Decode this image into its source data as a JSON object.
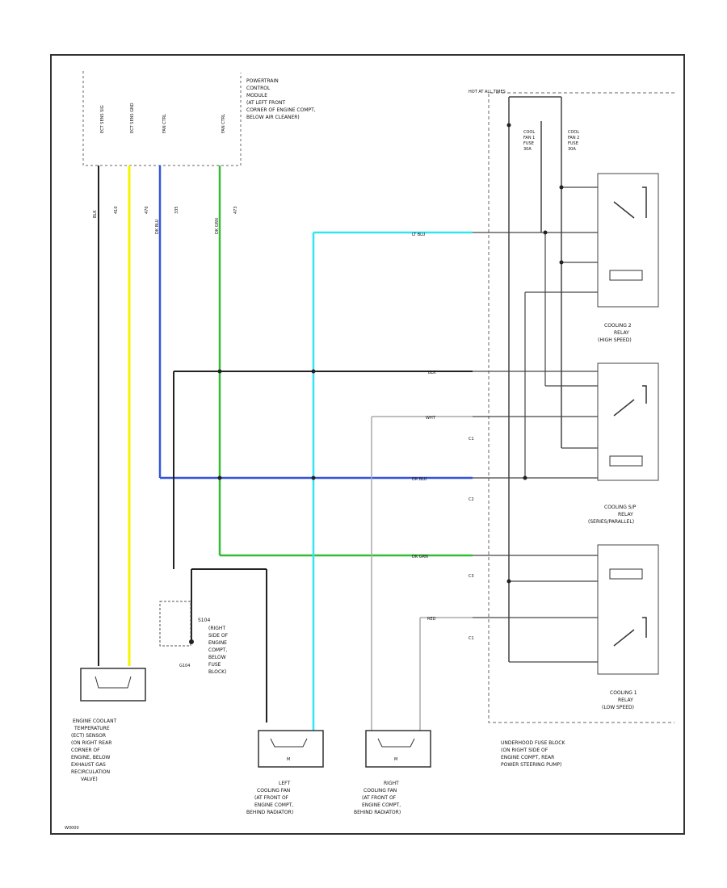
{
  "pcm": {
    "pins": [
      "ECT SENS SIG",
      "ECT SENS GND",
      "FAN CTRL",
      "FAN CTRL"
    ],
    "wire_circuits": [
      "BLK",
      "YEL",
      "DK BLU",
      "DK GRN"
    ],
    "circuit_numbers": [
      "410",
      "470",
      "335",
      "473"
    ],
    "label": "POWERTRAIN CONTROL MODULE (AT LEFT FRONT CORNER OF ENGINE COMPT, BELOW AIR CLEANER)"
  },
  "fuse_block": {
    "hot_label": "HOT AT ALL TIMES",
    "fuses": [
      "COOL FAN 1 FUSE 30A",
      "COOL FAN 2 FUSE 30A"
    ],
    "label": "UNDERHOOD FUSE BLOCK (ON RIGHT SIDE OF ENGINE COMPT, REAR POWER STEERING PUMP)"
  },
  "relays": [
    {
      "name": "COOLING 2 RELAY (HIGH SPEED)"
    },
    {
      "name": "COOLING S/P RELAY (SERIES/PARALLEL)"
    },
    {
      "name": "COOLING 1 RELAY (LOW SPEED)"
    }
  ],
  "wires": {
    "lt_blu": "LT BLU",
    "blk": "BLK",
    "wht": "WHT",
    "dk_blu": "DK BLU",
    "dk_grn": "DK GRN",
    "red": "RED"
  },
  "connectors": [
    "C1",
    "C2",
    "C3",
    "C1"
  ],
  "splice": {
    "label": "S104",
    "ground_label": "G104",
    "location": "(RIGHT SIDE OF ENGINE COMPT, BELOW FUSE BLOCK)"
  },
  "components": {
    "ect_sensor": "ENGINE COOLANT TEMPERATURE (ECT) SENSOR (ON RIGHT REAR CORNER OF ENGINE, BELOW EXHAUST GAS RECIRCULATION VALVE)",
    "left_fan": "LEFT COOLING FAN (AT FRONT OF ENGINE COMPT, BEHIND RADIATOR)",
    "right_fan": "RIGHT COOLING FAN (AT FRONT OF ENGINE COMPT, BEHIND RADIATOR)",
    "motor_symbol": "M"
  },
  "colors": {
    "yellow": "#f5f500",
    "blue": "#3355dd",
    "green": "#33bb33",
    "cyan": "#33e5f2",
    "black": "#222222"
  },
  "footer_code": "W0000"
}
